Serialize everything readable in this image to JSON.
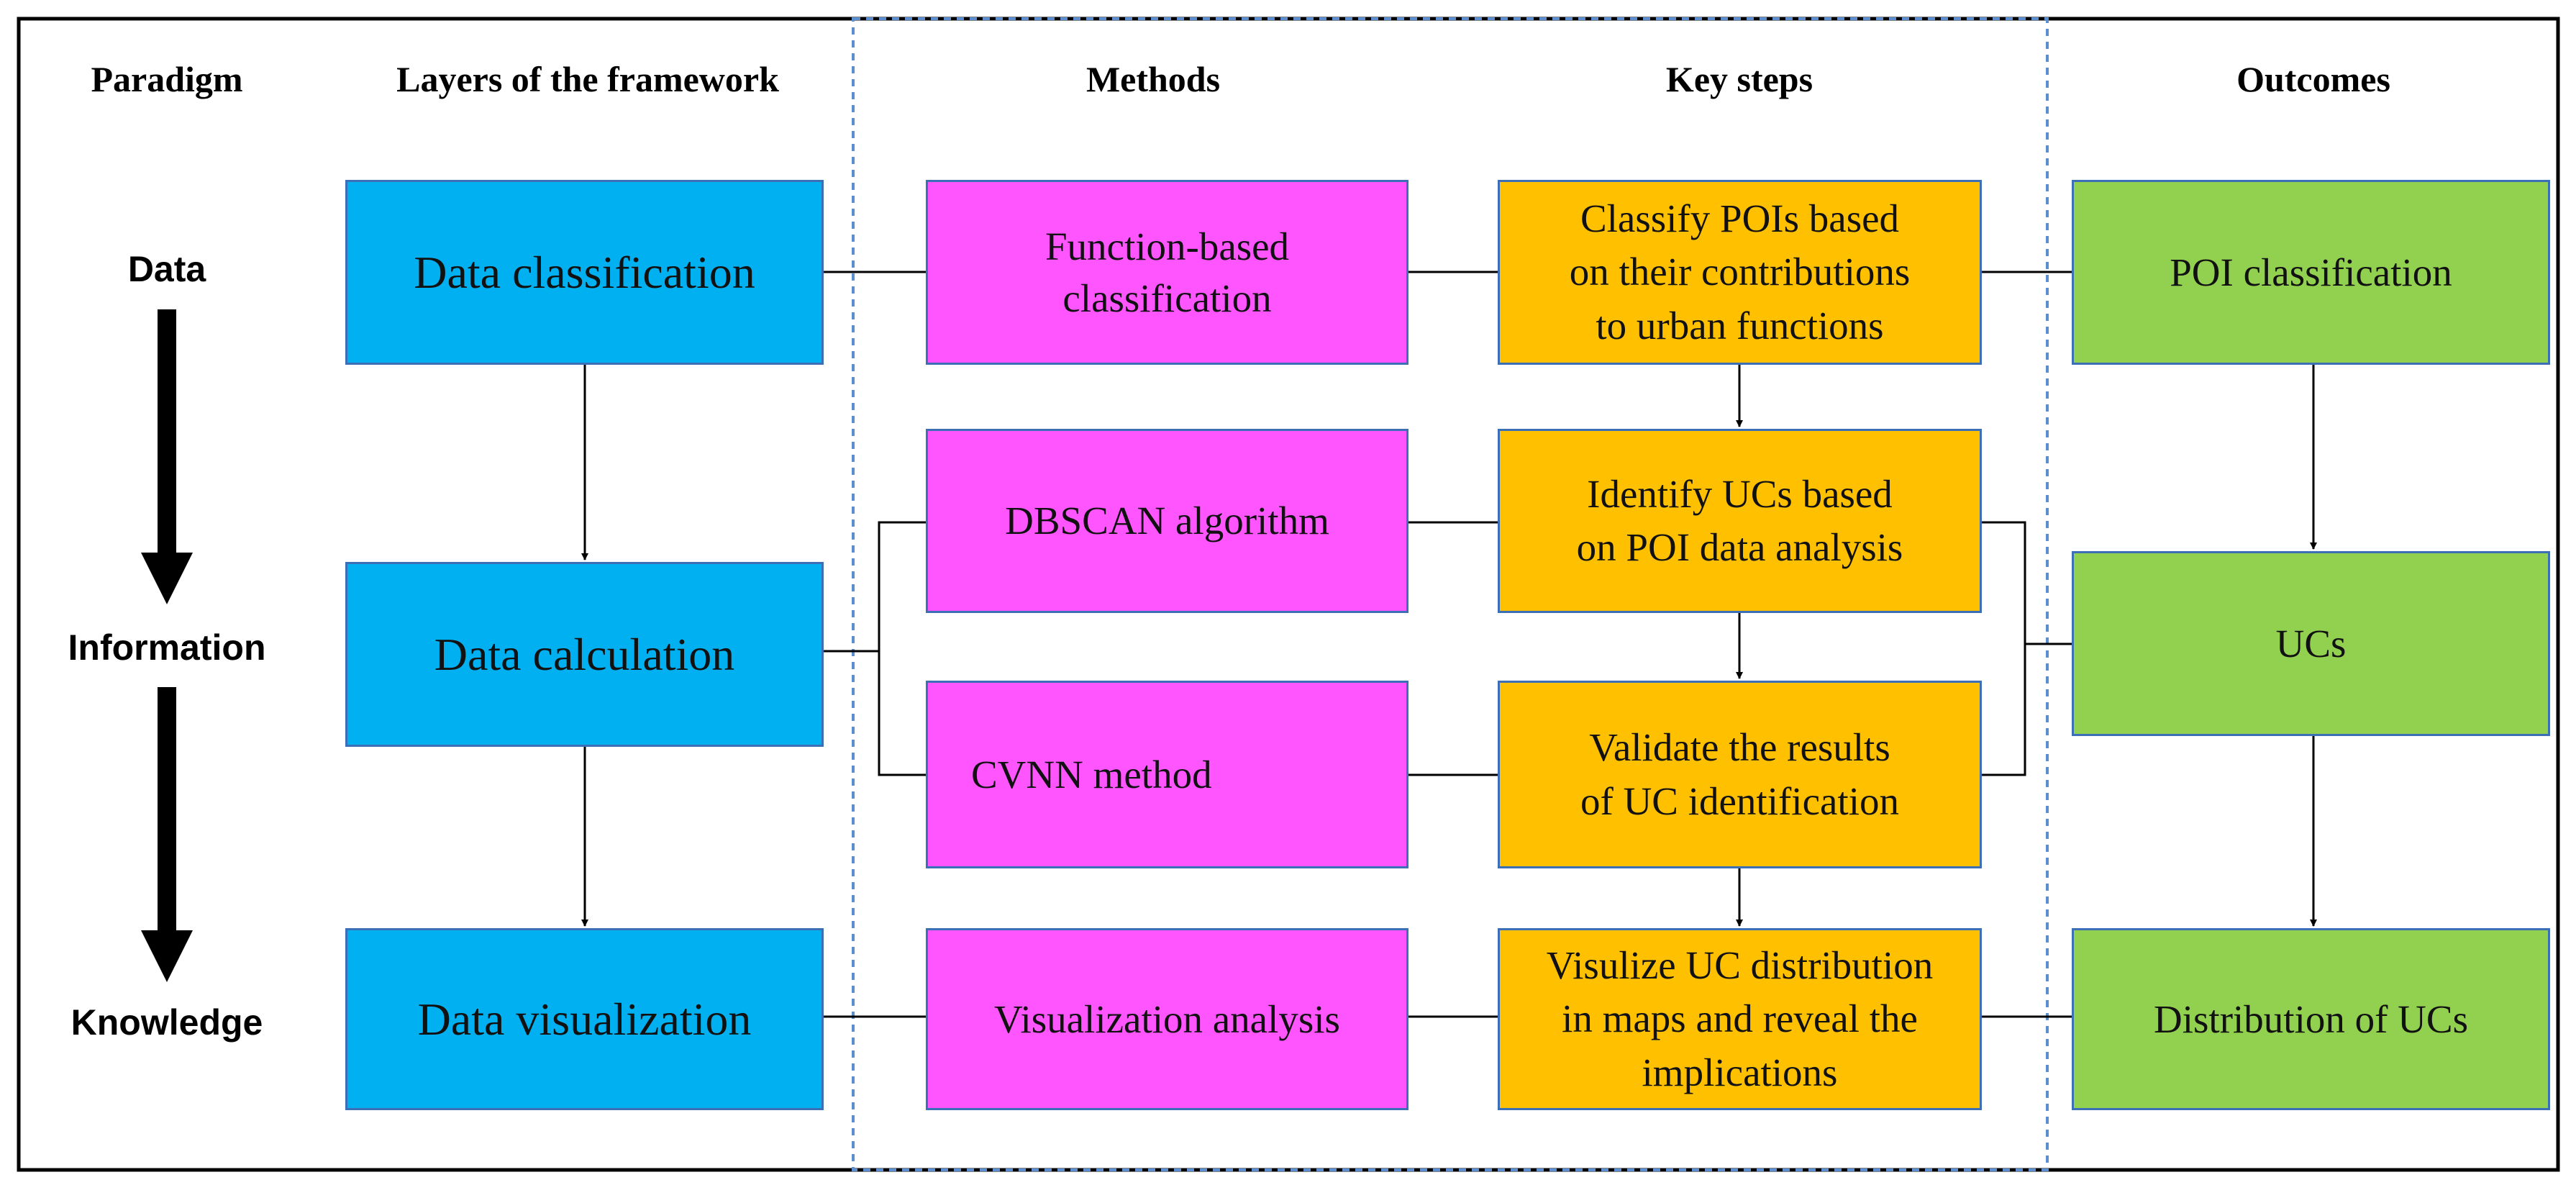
{
  "headers": {
    "paradigm": "Paradigm",
    "layers": "Layers of the framework",
    "methods": "Methods",
    "key_steps": "Key steps",
    "outcomes": "Outcomes"
  },
  "paradigm": [
    "Data",
    "Information",
    "Knowledge"
  ],
  "layers": [
    "Data classification",
    "Data calculation",
    "Data visualization"
  ],
  "methods": [
    "Function-based\nclassification",
    "DBSCAN algorithm",
    "CVNN method",
    "Visualization analysis"
  ],
  "key_steps": [
    "Classify POIs based\non their contributions\nto urban functions",
    "Identify UCs based\non POI data analysis",
    "Validate the results\nof UC identification",
    "Visulize UC distribution\nin maps and reveal the\nimplications"
  ],
  "outcomes": [
    "POI classification",
    "UCs",
    "Distribution of UCs"
  ],
  "colors": {
    "layer_fill": "#00b0f0",
    "method_fill": "#ff55ff",
    "step_fill": "#ffc000",
    "outcome_fill": "#92d050",
    "box_border": "#3d6fb6",
    "dashed_frame": "#5b8fd0"
  }
}
